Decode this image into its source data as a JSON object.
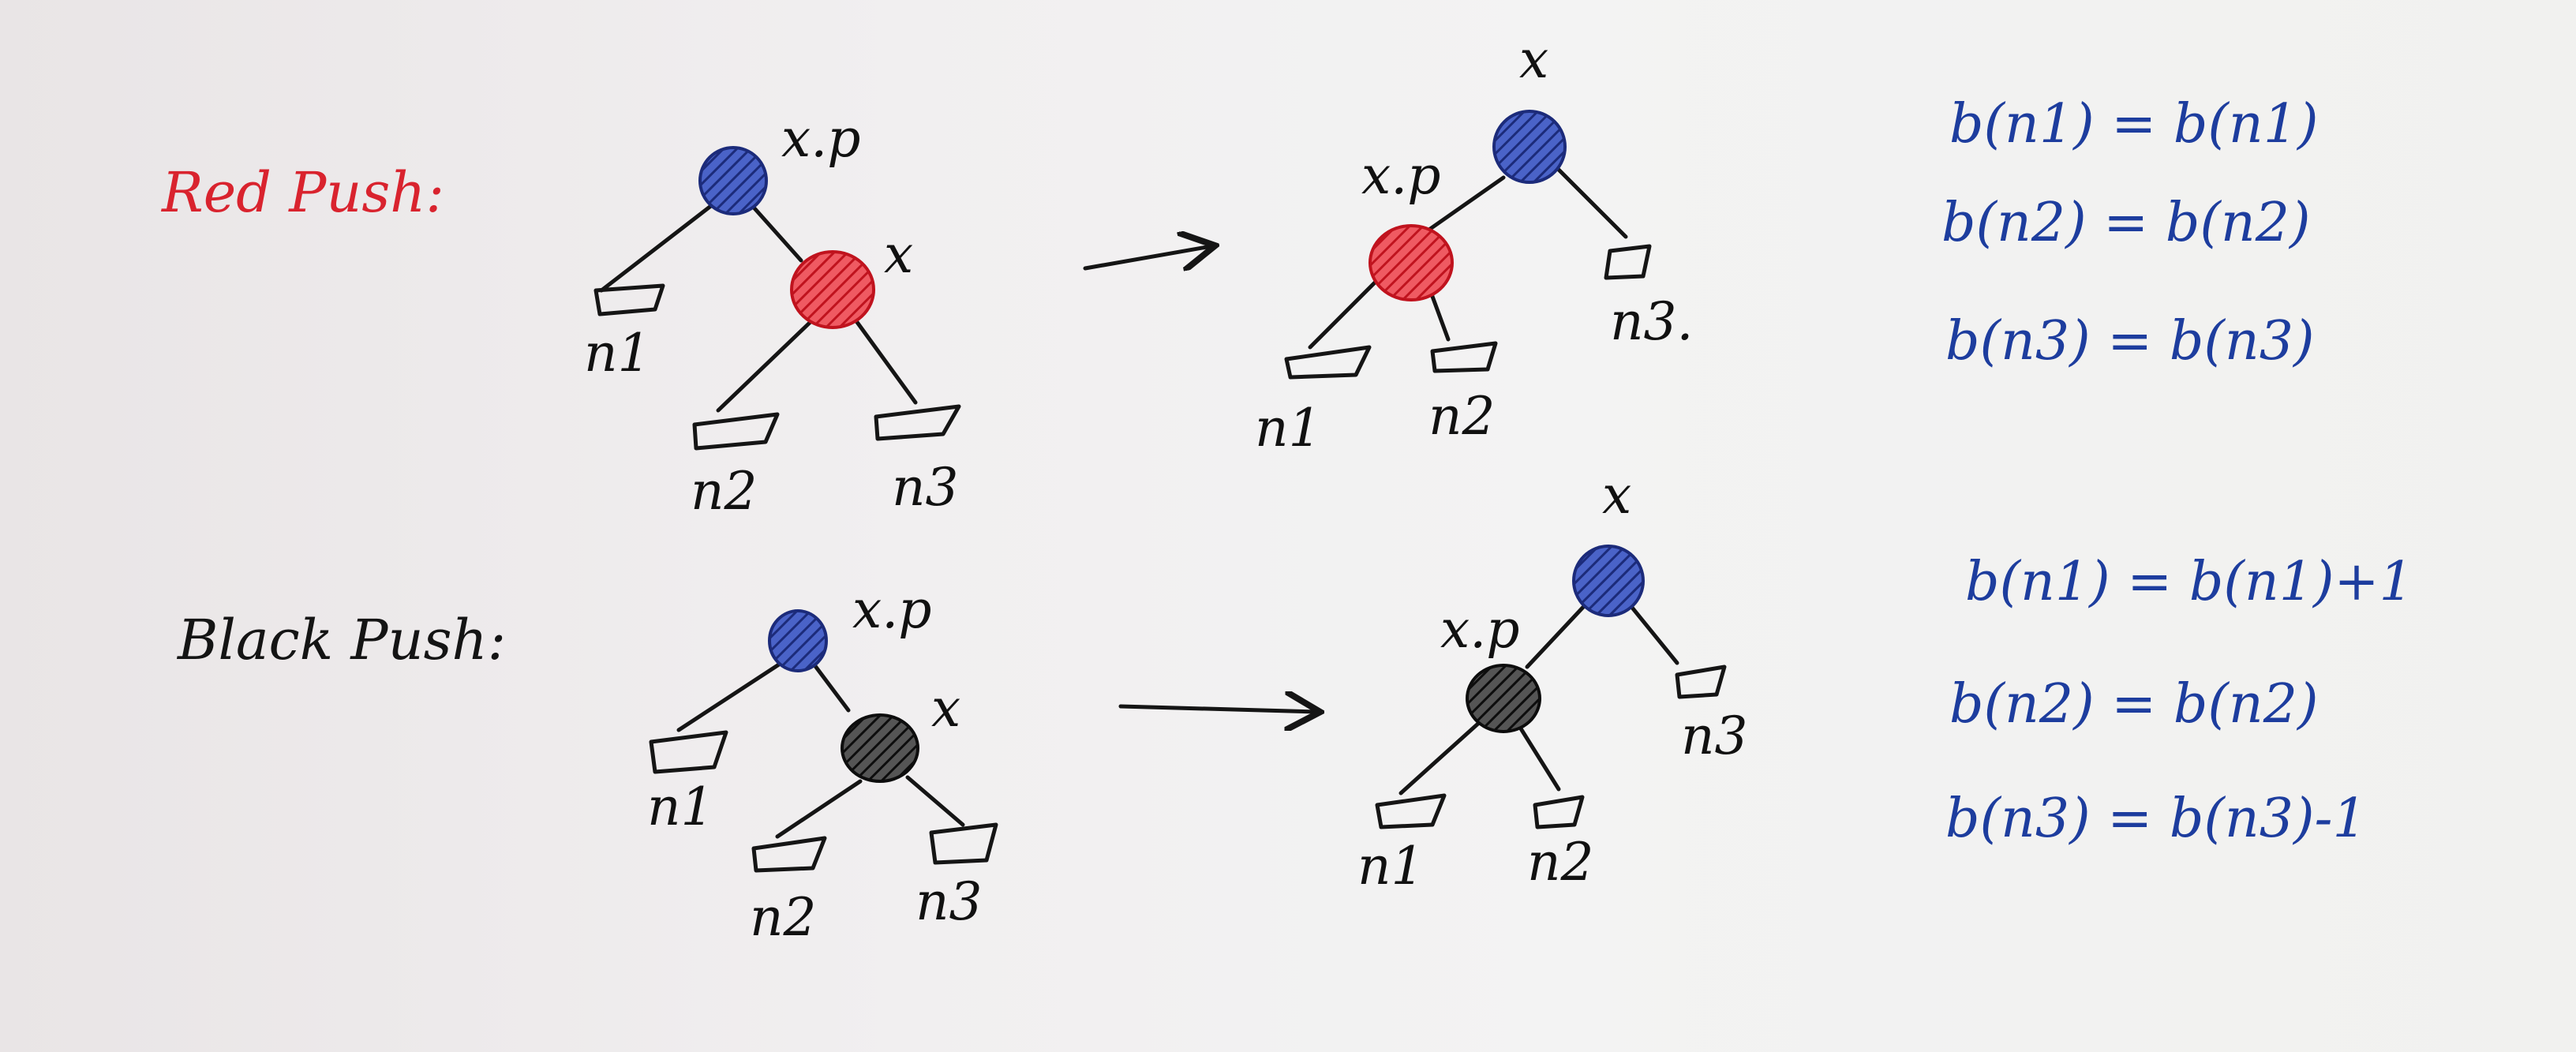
{
  "colors": {
    "red": "#d9232e",
    "blue": "#2b3f9c",
    "black": "#141414",
    "ink": "#111111",
    "equation_ink": "#1d3d9e"
  },
  "red_push": {
    "title": "Red Push:",
    "before": {
      "parent_label": "x.p",
      "child_label": "x",
      "leaves": [
        "n1",
        "n2",
        "n3"
      ]
    },
    "after": {
      "root_label": "x",
      "child_label": "x.p",
      "leaves": [
        "n1",
        "n2",
        "n3."
      ]
    },
    "equations": [
      "b(n1) = b(n1)",
      "b(n2) = b(n2)",
      "b(n3) = b(n3)"
    ]
  },
  "black_push": {
    "title": "Black Push:",
    "before": {
      "parent_label": "x.p",
      "child_label": "x",
      "leaves": [
        "n1",
        "n2",
        "n3"
      ]
    },
    "after": {
      "root_label": "x",
      "child_label": "x.p",
      "leaves": [
        "n1",
        "n2",
        "n3"
      ]
    },
    "equations": [
      "b(n1) = b(n1)+1",
      "b(n2) = b(n2)",
      "b(n3) = b(n3)-1"
    ]
  }
}
